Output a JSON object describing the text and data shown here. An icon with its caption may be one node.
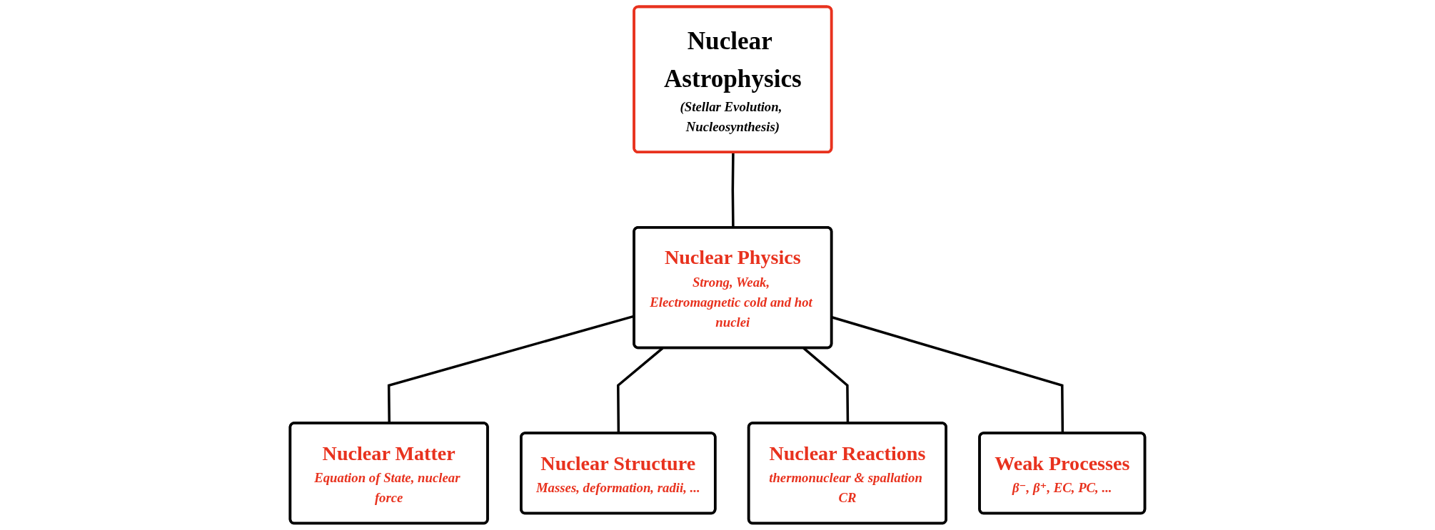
{
  "diagram": {
    "nodes": [
      {
        "text": [
          "Nuclear Astrophysics",
          "(Stellar Evolution, Nucleosynthesis)"
        ]
      },
      {
        "text": [
          "Nuclear Physics",
          "Strong, Weak, Electromagnetic cold and hot nuclei"
        ]
      },
      {
        "text": [
          "Nuclear Matter",
          "Equation of State, nuclear force"
        ]
      },
      {
        "text": [
          "Nuclear Structure",
          "Masses, deformation, radii, ..."
        ]
      },
      {
        "text": [
          "Nuclear Reactions",
          "thermonuclear & spallation CR"
        ]
      },
      {
        "text": [
          "Weak Processes",
          "β⁻, β⁺, EC, PC, ..."
        ]
      }
    ],
    "edges": [
      {
        "from": 0,
        "to": 1,
        "arrow": "none"
      },
      {
        "from": 1,
        "to": 2,
        "arrow": "none"
      },
      {
        "from": 1,
        "to": 3,
        "arrow": "none"
      },
      {
        "from": 1,
        "to": 4,
        "arrow": "none"
      },
      {
        "from": 1,
        "to": 5,
        "arrow": "none"
      }
    ]
  }
}
